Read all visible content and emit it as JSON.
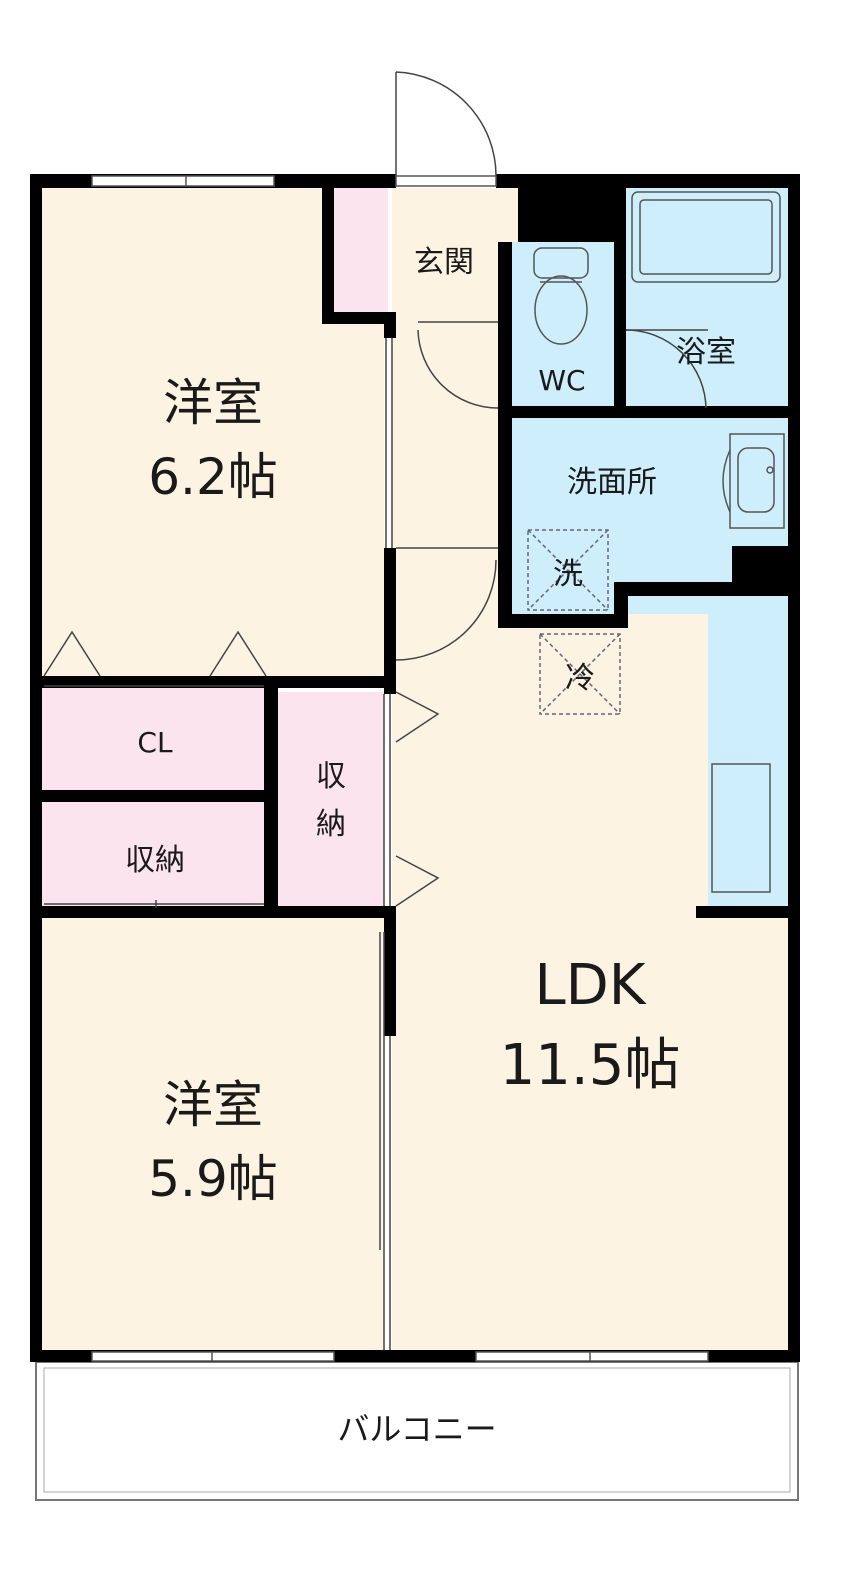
{
  "floorplan": {
    "rooms": {
      "bedroom_top": {
        "name": "洋室",
        "size": "6.2帖"
      },
      "bedroom_bottom": {
        "name": "洋室",
        "size": "5.9帖"
      },
      "ldk": {
        "name": "LDK",
        "size": "11.5帖"
      },
      "entrance": {
        "name": "玄関"
      },
      "toilet": {
        "name": "WC"
      },
      "bathroom": {
        "name": "浴室"
      },
      "washroom": {
        "name": "洗面所"
      },
      "closet": {
        "name": "CL"
      },
      "storage_left": {
        "name": "収納"
      },
      "storage_center": {
        "name": "収納"
      },
      "balcony": {
        "name": "バルコニー"
      }
    },
    "markers": {
      "washer": "洗",
      "fridge": "冷"
    },
    "colors": {
      "floor": "#fdf3e2",
      "storage": "#fbe4ee",
      "wet_area": "#cdeefa",
      "wall": "#000000",
      "balcony": "#ffffff"
    }
  }
}
